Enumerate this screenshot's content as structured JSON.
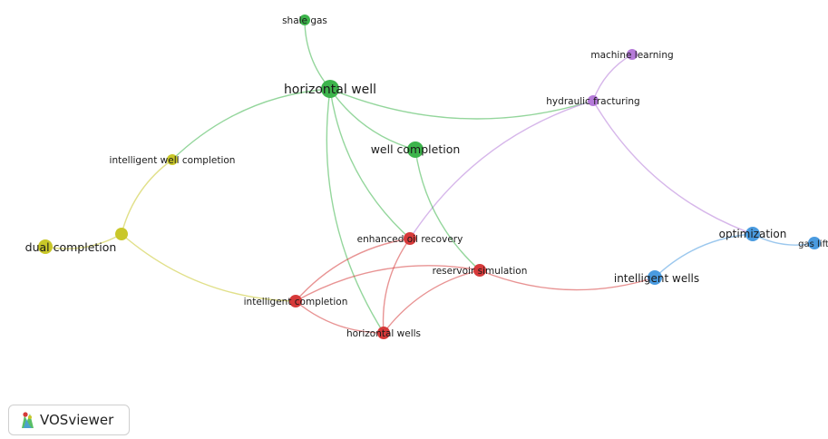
{
  "colors": {
    "red": "#d63a3a",
    "green": "#3cb44b",
    "yellow": "#c9c729",
    "purple": "#b57ad9",
    "blue": "#4a9be0"
  },
  "nodes": [
    {
      "id": "shale-gas",
      "label": "shale gas",
      "cluster": "green"
    },
    {
      "id": "horizontal-well",
      "label": "horizontal well",
      "cluster": "green"
    },
    {
      "id": "well-completion",
      "label": "well completion",
      "cluster": "green"
    },
    {
      "id": "machine-learning",
      "label": "machine learning",
      "cluster": "purple"
    },
    {
      "id": "hydraulic-fracturing",
      "label": "hydraulic fracturing",
      "cluster": "purple"
    },
    {
      "id": "intelligent-well-completion",
      "label": "intelligent well completion",
      "cluster": "yellow"
    },
    {
      "id": "dual-completion",
      "label": "dual completion",
      "cluster": "yellow"
    },
    {
      "id": "yellow-hub",
      "label": "",
      "cluster": "yellow"
    },
    {
      "id": "enhanced-oil-recovery",
      "label": "enhanced oil recovery",
      "cluster": "red"
    },
    {
      "id": "reservoir-simulation",
      "label": "reservoir simulation",
      "cluster": "red"
    },
    {
      "id": "intelligent-completion",
      "label": "intelligent completion",
      "cluster": "red"
    },
    {
      "id": "horizontal-wells",
      "label": "horizontal wells",
      "cluster": "red"
    },
    {
      "id": "optimization",
      "label": "optimization",
      "cluster": "blue"
    },
    {
      "id": "intelligent-wells",
      "label": "intelligent wells",
      "cluster": "blue"
    },
    {
      "id": "gas-lift",
      "label": "gas lift",
      "cluster": "blue"
    }
  ],
  "edges": [
    [
      "shale-gas",
      "horizontal-well"
    ],
    [
      "horizontal-well",
      "well-completion"
    ],
    [
      "horizontal-well",
      "hydraulic-fracturing"
    ],
    [
      "horizontal-well",
      "intelligent-well-completion"
    ],
    [
      "horizontal-well",
      "enhanced-oil-recovery"
    ],
    [
      "horizontal-well",
      "horizontal-wells"
    ],
    [
      "machine-learning",
      "hydraulic-fracturing"
    ],
    [
      "hydraulic-fracturing",
      "optimization"
    ],
    [
      "hydraulic-fracturing",
      "enhanced-oil-recovery"
    ],
    [
      "well-completion",
      "reservoir-simulation"
    ],
    [
      "intelligent-well-completion",
      "yellow-hub"
    ],
    [
      "dual-completion",
      "yellow-hub"
    ],
    [
      "yellow-hub",
      "intelligent-completion"
    ],
    [
      "enhanced-oil-recovery",
      "intelligent-completion"
    ],
    [
      "enhanced-oil-recovery",
      "horizontal-wells"
    ],
    [
      "reservoir-simulation",
      "intelligent-completion"
    ],
    [
      "reservoir-simulation",
      "horizontal-wells"
    ],
    [
      "reservoir-simulation",
      "intelligent-wells"
    ],
    [
      "intelligent-completion",
      "horizontal-wells"
    ],
    [
      "optimization",
      "intelligent-wells"
    ],
    [
      "optimization",
      "gas-lift"
    ]
  ],
  "logo": {
    "text": "VOSviewer"
  }
}
